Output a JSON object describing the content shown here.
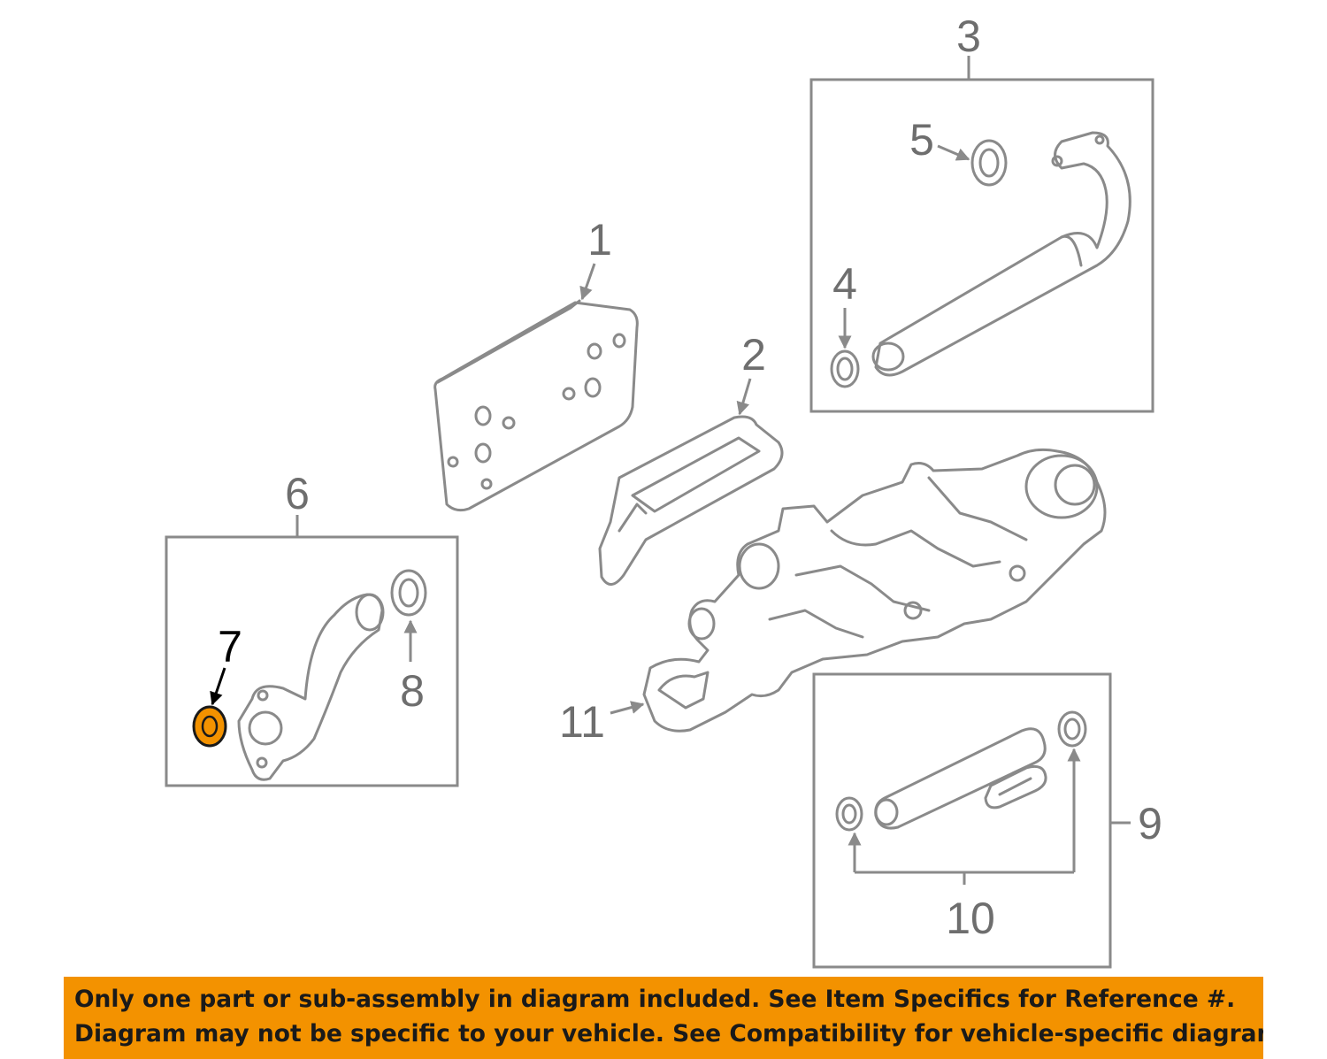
{
  "callouts": {
    "c1": "1",
    "c2": "2",
    "c3": "3",
    "c4": "4",
    "c5": "5",
    "c6": "6",
    "c7": "7",
    "c8": "8",
    "c9": "9",
    "c10": "10",
    "c11": "11"
  },
  "highlight": {
    "part": "7",
    "color": "#f39200"
  },
  "notice": {
    "line1": "Only one part or sub-assembly in diagram included. See Item Specifics for Reference #.",
    "line2": "Diagram may not be specific to your vehicle. See Compatibility for vehicle-specific diagrams.",
    "background": "#f39200"
  }
}
